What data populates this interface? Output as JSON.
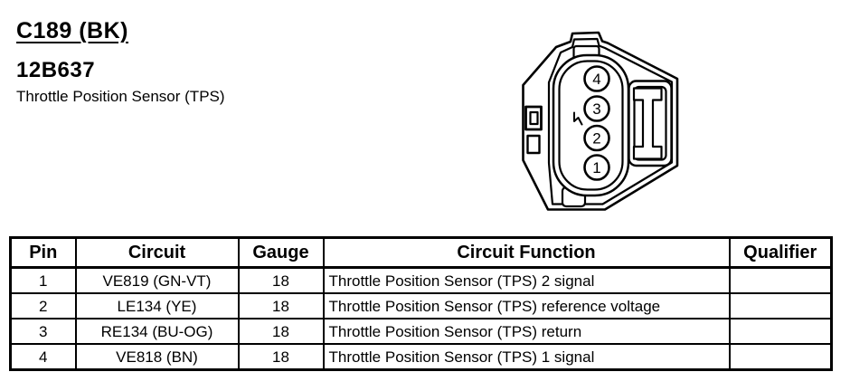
{
  "page": {
    "background": "#ffffff",
    "ink": "#000000"
  },
  "header": {
    "connector_id": "C189 (BK)",
    "part_number": "12B637",
    "description": "Throttle Position Sensor (TPS)"
  },
  "connector_diagram": {
    "pin_labels": [
      "4",
      "3",
      "2",
      "1"
    ]
  },
  "pinout_table": {
    "columns": [
      "Pin",
      "Circuit",
      "Gauge",
      "Circuit Function",
      "Qualifier"
    ],
    "rows": [
      [
        "1",
        "VE819 (GN-VT)",
        "18",
        "Throttle Position Sensor (TPS) 2 signal",
        ""
      ],
      [
        "2",
        "LE134 (YE)",
        "18",
        "Throttle Position Sensor (TPS) reference voltage",
        ""
      ],
      [
        "3",
        "RE134 (BU-OG)",
        "18",
        "Throttle Position Sensor (TPS) return",
        ""
      ],
      [
        "4",
        "VE818 (BN)",
        "18",
        "Throttle Position Sensor (TPS) 1 signal",
        ""
      ]
    ]
  }
}
